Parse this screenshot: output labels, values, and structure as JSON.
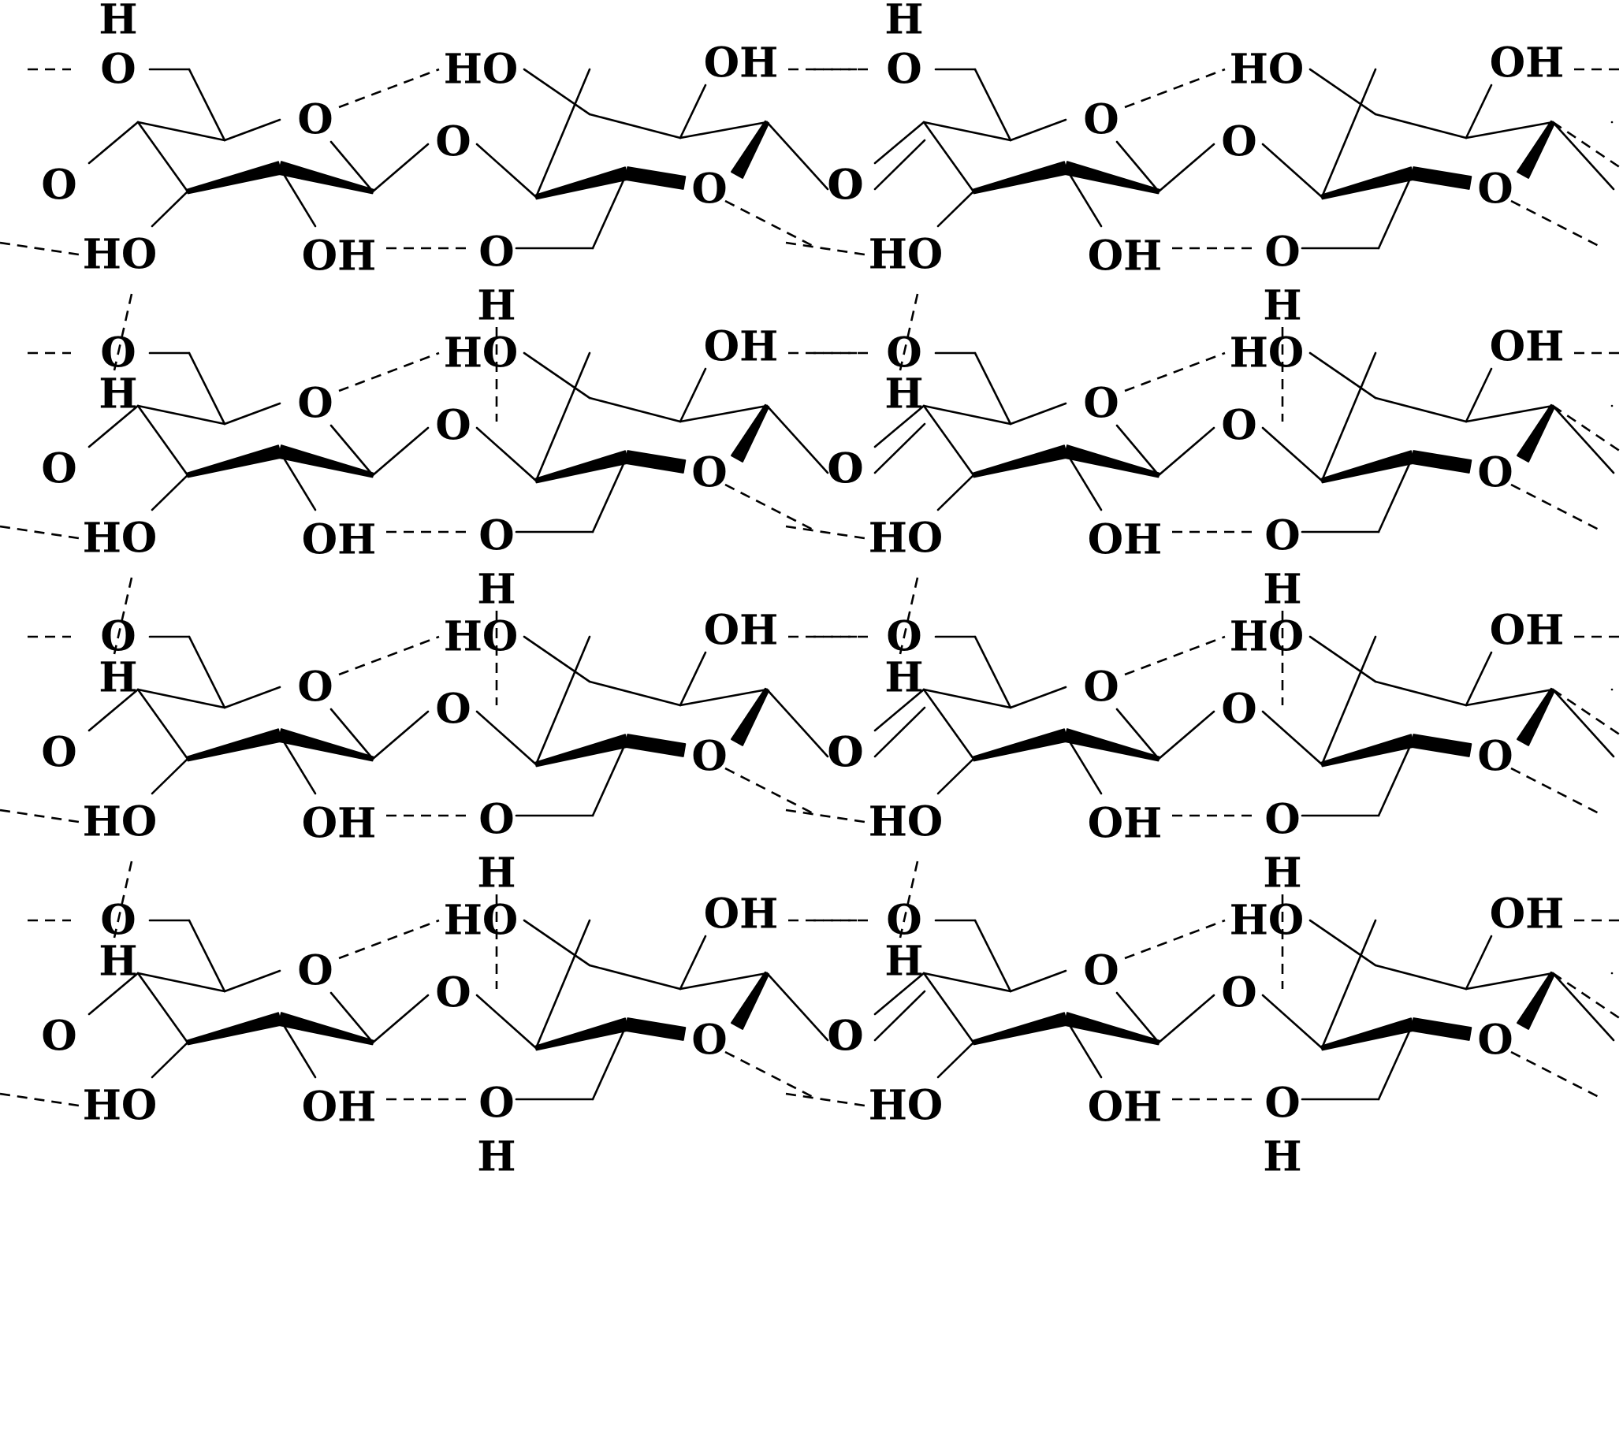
{
  "diagram": {
    "type": "cellulose-hydrogen-bond-network",
    "chains": 4,
    "stroke_color": "#000000",
    "background": "#ffffff",
    "atom_labels": {
      "hydrogen": "H",
      "oxygen": "O",
      "hydroxyl_right": "OH",
      "hydroxyl_left": "HO"
    }
  }
}
